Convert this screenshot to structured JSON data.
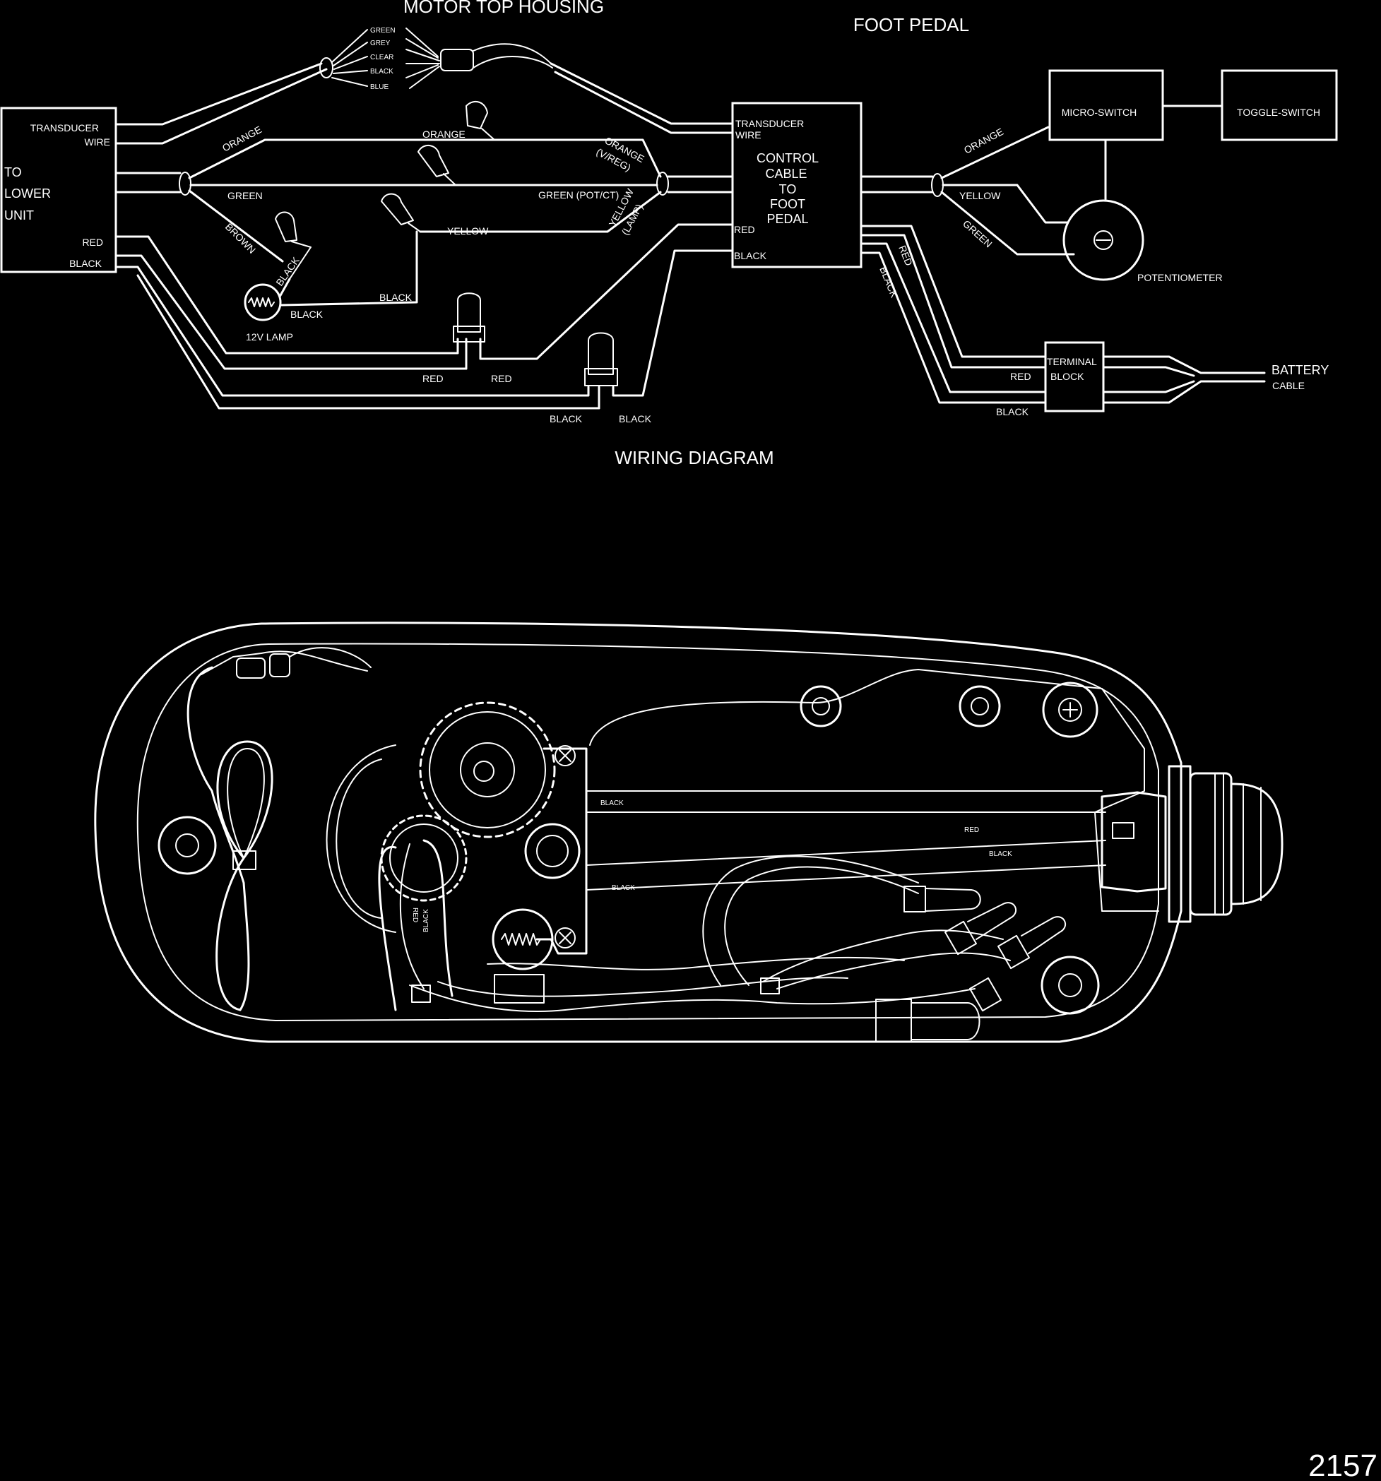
{
  "titles": {
    "motor_top_housing": "MOTOR TOP HOUSING",
    "foot_pedal": "FOOT PEDAL",
    "wiring_diagram": "WIRING DIAGRAM",
    "page_number": "2157"
  },
  "lower_unit_box": {
    "transducer": "TRANSDUCER",
    "wire": "WIRE",
    "to": "TO",
    "lower": "LOWER",
    "unit": "UNIT",
    "red": "RED",
    "black": "BLACK"
  },
  "control_cable_box": {
    "transducer": "TRANSDUCER",
    "wire": "WIRE",
    "control": "CONTROL",
    "cable": "CABLE",
    "to": "TO",
    "foot": "FOOT",
    "pedal": "PEDAL",
    "red": "RED",
    "black": "BLACK"
  },
  "transducer_wire_colors": [
    "GREEN",
    "GREY",
    "CLEAR",
    "BLACK",
    "BLUE"
  ],
  "wire_labels": {
    "orange_left": "ORANGE",
    "orange_mid": "ORANGE",
    "orange_vreg": "ORANGE",
    "vreg": "(V/REG)",
    "green_left": "GREEN",
    "green_pot": "GREEN (POT/CT)",
    "brown": "BROWN",
    "yellow_mid": "YELLOW",
    "yellow_lamp": "YELLOW",
    "lamp": "(LAMP)",
    "black_lamp": "BLACK",
    "black_lamp2": "BLACK",
    "black_mid": "BLACK",
    "lamp_label": "12V LAMP",
    "red1": "RED",
    "red2": "RED",
    "black1": "BLACK",
    "black2": "BLACK"
  },
  "foot_pedal_parts": {
    "micro_switch": "MICRO-SWITCH",
    "toggle_switch": "TOGGLE-SWITCH",
    "potentiometer": "POTENTIOMETER",
    "orange": "ORANGE",
    "yellow": "YELLOW",
    "green": "GREEN",
    "red": "RED",
    "black": "BLACK"
  },
  "terminal_block": {
    "terminal": "TERMINAL",
    "block": "BLOCK",
    "red": "RED",
    "black": "BLACK",
    "battery": "BATTERY",
    "cable": "CABLE"
  },
  "housing_labels": {
    "black_a": "BLACK",
    "red_a": "RED",
    "black_b": "BLACK",
    "black_c": "BLACK",
    "red_v": "RED",
    "black_v": "BLACK"
  }
}
